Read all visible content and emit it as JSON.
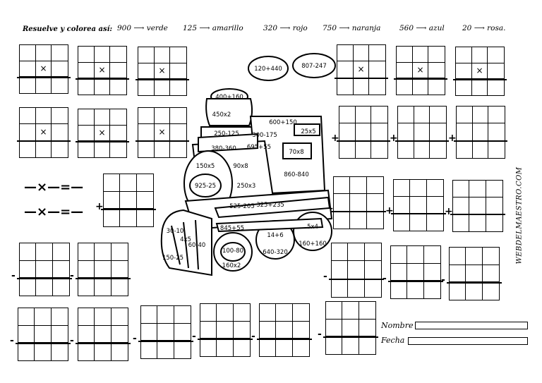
{
  "instruction": {
    "lead": "Resuelve y colorea así:",
    "legend": [
      {
        "value": "900",
        "color_name": "verde"
      },
      {
        "value": "125",
        "color_name": "amarillo"
      },
      {
        "value": "320",
        "color_name": "rojo"
      },
      {
        "value": "750",
        "color_name": "naranja"
      },
      {
        "value": "560",
        "color_name": "azul"
      },
      {
        "value": "20",
        "color_name": "rosa."
      }
    ]
  },
  "train": {
    "smoke": [
      "120+440",
      "807-247"
    ],
    "parts": [
      "400+160",
      "450x2",
      "250-125",
      "300-175",
      "600+150",
      "25x5",
      "380-360",
      "695+55",
      "70x8",
      "150x5",
      "90x8",
      "860-840",
      "925-25",
      "250x3",
      "525-205",
      "325+235",
      "845+55",
      "30-10",
      "4x5",
      "60-40",
      "150-25",
      "100-80",
      "160x2",
      "14+6",
      "640-320",
      "5x4",
      "160+160"
    ]
  },
  "grid_symbols": {
    "times": "×",
    "plus": "+",
    "minus": "-"
  },
  "equations": [
    "—×—=—",
    "—×—=—"
  ],
  "form": {
    "name_label": "Nombre",
    "date_label": "Fecha"
  },
  "side_label": "WEBDELMAESTRO.COM"
}
